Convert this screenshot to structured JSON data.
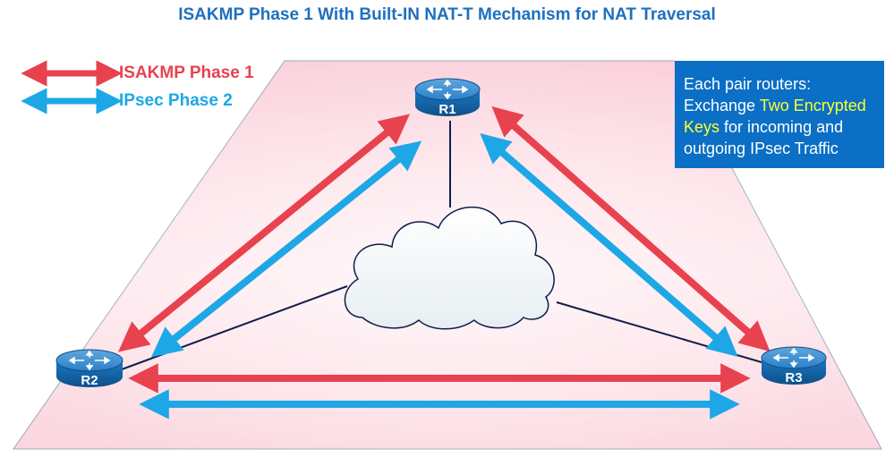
{
  "title": "ISAKMP Phase 1 With Built-IN NAT-T Mechanism for NAT Traversal",
  "legend": {
    "phase1": {
      "label": "ISAKMP Phase 1",
      "color": "#e8424f"
    },
    "phase2": {
      "label": "IPsec Phase 2",
      "color": "#1ea7e6"
    }
  },
  "info_box": {
    "line1": "Each pair routers:",
    "line2_pre": "Exchange ",
    "line2_hl": "Two Encrypted",
    "line3_hl": "Keys",
    "line3_post": " for incoming and",
    "line4": "outgoing IPsec Traffic",
    "background": "#0a6fc5",
    "highlight_color": "#ffff33"
  },
  "routers": {
    "r1": {
      "label": "R1"
    },
    "r2": {
      "label": "R2"
    },
    "r3": {
      "label": "R3"
    }
  },
  "icons": {
    "router": "router-icon",
    "cloud": "cloud-icon"
  },
  "colors": {
    "router_blue": "#1a6fb5",
    "link_navy": "#0f1d4a",
    "floor_pink": "#fbd3dc"
  }
}
